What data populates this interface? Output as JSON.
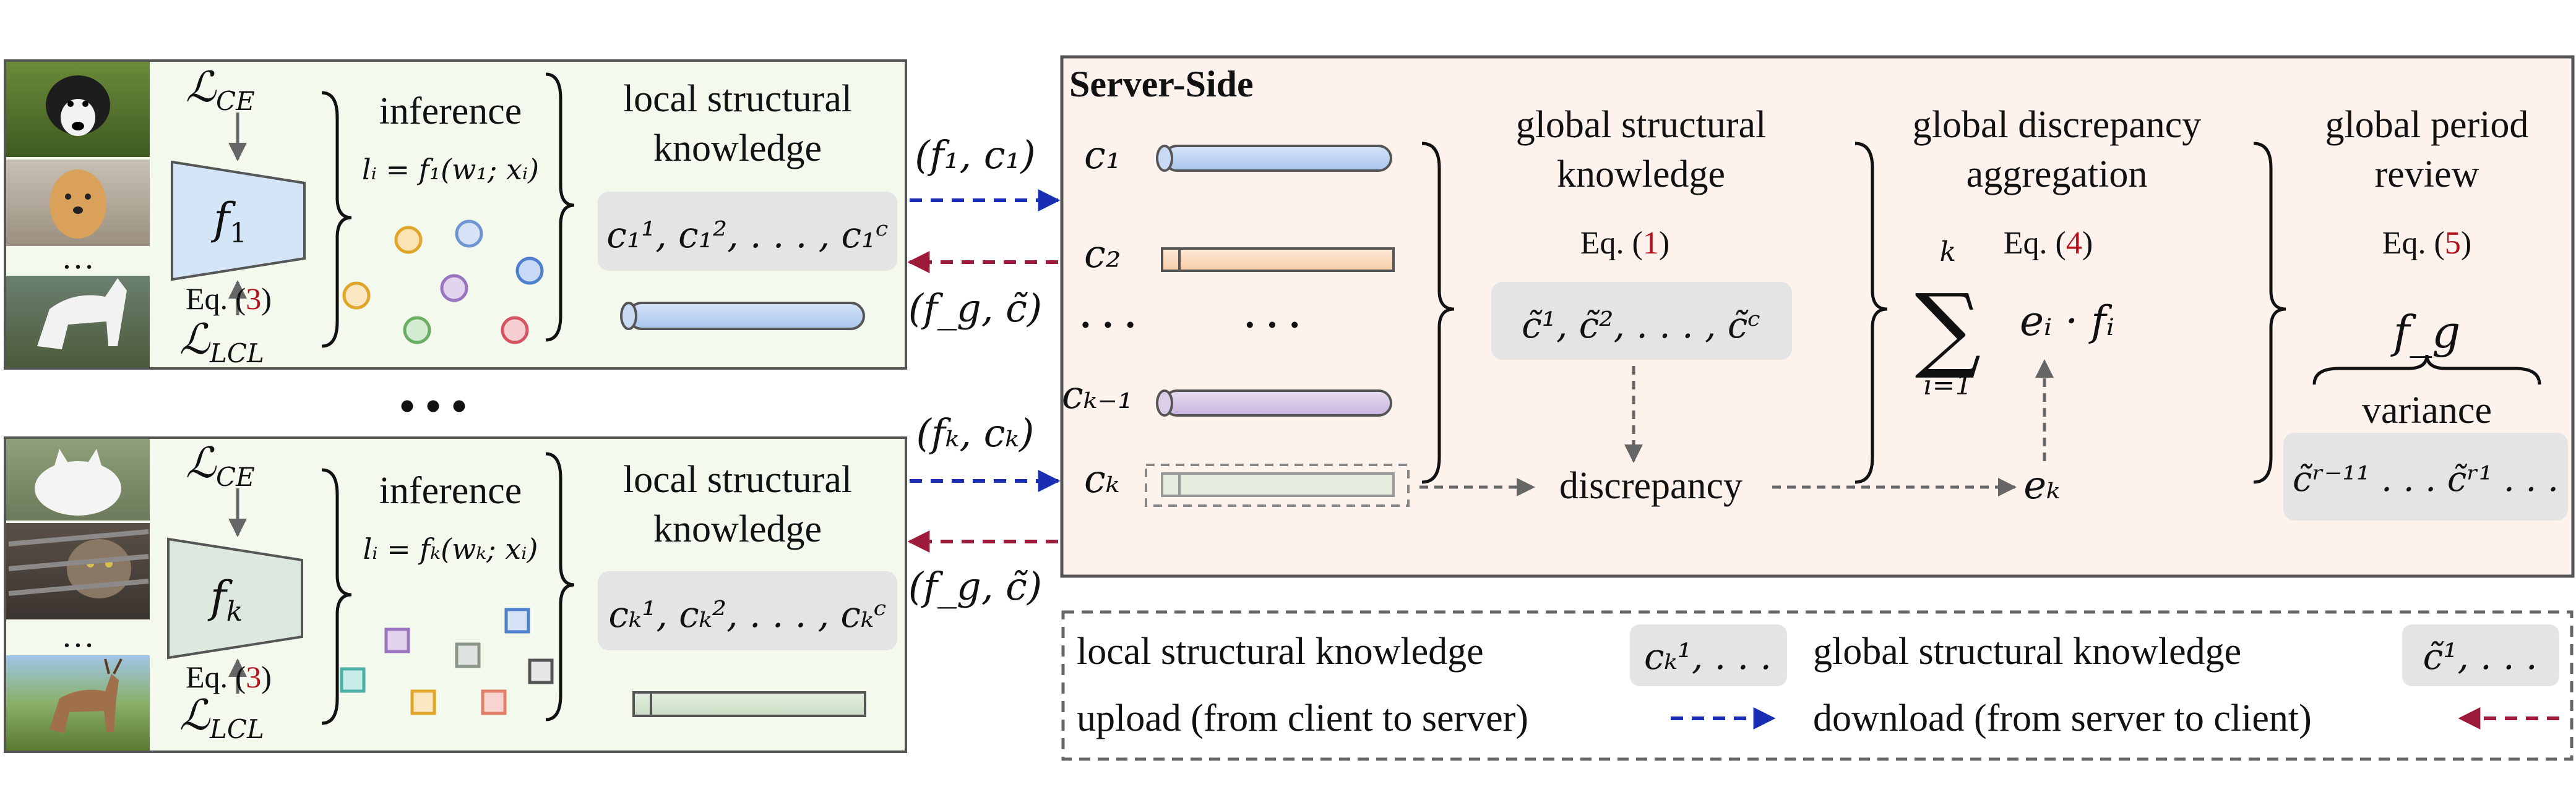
{
  "client1": {
    "loss_ce": "ℒ",
    "loss_ce_sub": "CE",
    "loss_lcl": "ℒ",
    "loss_lcl_sub": "LCL",
    "model": "f",
    "model_sub": "1",
    "eq_prefix": "Eq. (",
    "eq_num": "3",
    "eq_suffix": ")",
    "inference_title": "inference",
    "inference_formula": "lᵢ = f₁(w₁; xᵢ)",
    "knowledge_title_1": "local structural",
    "knowledge_title_2": "knowledge",
    "knowledge_formula": "c₁¹, c₁², . . . , c₁ᶜ",
    "ellipsis": "…"
  },
  "client_k": {
    "loss_ce": "ℒ",
    "loss_ce_sub": "CE",
    "loss_lcl": "ℒ",
    "loss_lcl_sub": "LCL",
    "model": "f",
    "model_sub": "k",
    "eq_prefix": "Eq. (",
    "eq_num": "3",
    "eq_suffix": ")",
    "inference_title": "inference",
    "inference_formula": "lᵢ = fₖ(wₖ; xᵢ)",
    "knowledge_title_1": "local structural",
    "knowledge_title_2": "knowledge",
    "knowledge_formula": "cₖ¹, cₖ², . . . , cₖᶜ",
    "ellipsis": "…"
  },
  "between_clients": "• • •",
  "arrows": {
    "upload_1": "(f₁, c₁)",
    "download_1": "(f_g, c̃)",
    "upload_k": "(fₖ, cₖ)",
    "download_k": "(f_g, c̃)"
  },
  "server": {
    "title": "Server-Side",
    "c_labels": [
      "c₁",
      "c₂",
      "· · ·",
      "cₖ₋₁",
      "cₖ"
    ],
    "col_dots": "· · ·",
    "global_title_1": "global structural",
    "global_title_2": "knowledge",
    "global_eq_prefix": "Eq. (",
    "global_eq_num": "1",
    "global_eq_suffix": ")",
    "global_formula": "c̃¹, c̃², . . . , c̃ᶜ",
    "discrepancy": "discrepancy",
    "agg_title_1": "global discrepancy",
    "agg_title_2": "aggregation",
    "agg_eq_prefix": "Eq. (",
    "agg_eq_num": "4",
    "agg_eq_suffix": ")",
    "sum_symbol": "∑",
    "sum_top": "k",
    "sum_bottom": "i=1",
    "sum_term": "eᵢ · fᵢ",
    "ek": "eₖ",
    "review_title_1": "global period",
    "review_title_2": "review",
    "review_eq_prefix": "Eq. (",
    "review_eq_num": "5",
    "review_eq_suffix": ")",
    "fg": "f_g",
    "variance": "variance",
    "review_formula": "c̃ʳ⁻¹¹ . . .   c̃ʳ¹ . . ."
  },
  "legend": {
    "local_label": "local structural knowledge",
    "local_sample": "cₖ¹, . . .",
    "global_label": "global structural knowledge",
    "global_sample": "c̃¹, . . .",
    "upload_label": "upload (from client to server)",
    "download_label": "download (from server to client)"
  },
  "colors": {
    "client_bg": "#f4f9ee",
    "server_bg": "#fdf3ec",
    "model1_fill": "#d5e5f8",
    "modelk_fill": "#dde8de",
    "upload": "#1a2db5",
    "download": "#9e1a3a",
    "gray_box": "#e4e4e4",
    "blue_bar": "#bcd3f3",
    "orange_bar": "#fbdfc4",
    "purple_bar": "#d8cbe8",
    "green_bar": "#dcead7",
    "eq_red": "#b3121f"
  }
}
